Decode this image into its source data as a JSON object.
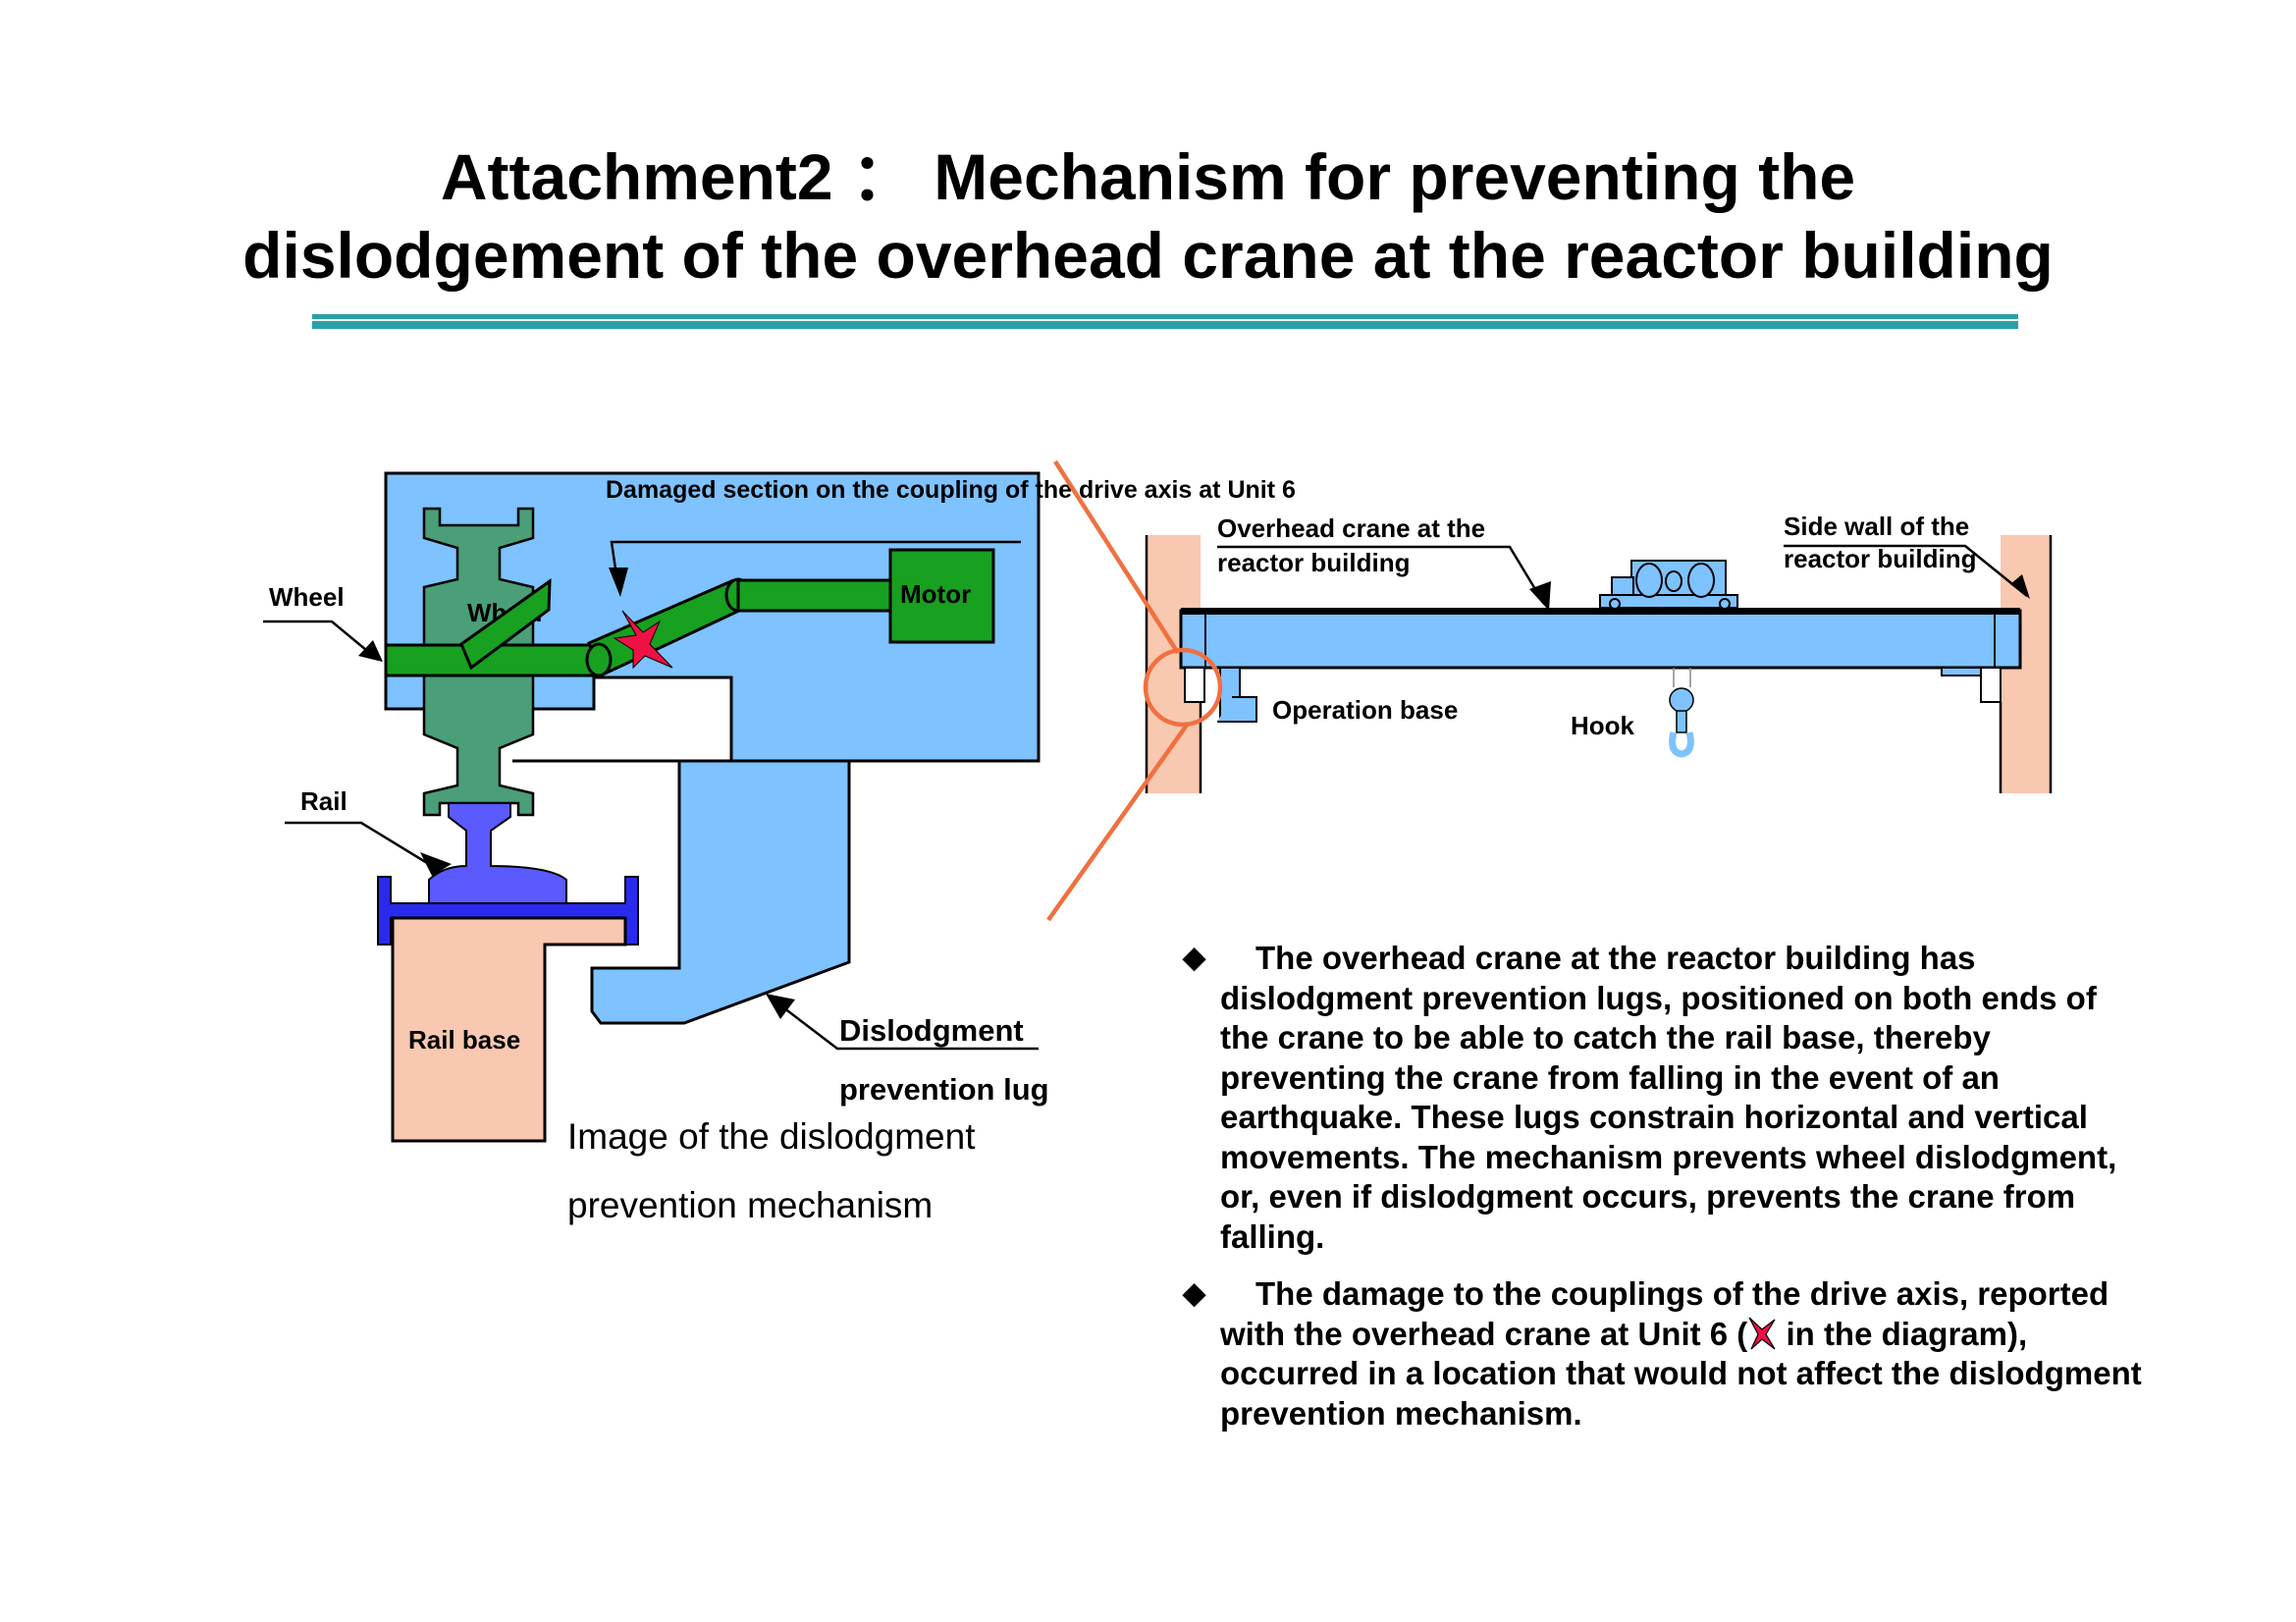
{
  "title": {
    "line1": "Attachment2 ： Mechanism for preventing the",
    "line2": "dislodgement of the overhead crane at the reactor building"
  },
  "colors": {
    "rule": "#2aa0a8",
    "frame_blue": "#7ec2ff",
    "wheel_green": "#4a9e78",
    "shaft_green": "#18a020",
    "rail_blue": "#5a5aff",
    "rail_base_peach": "#f8c8b0",
    "damage_red": "#ee1144",
    "callout_orange": "#f07040"
  },
  "left_diagram": {
    "damaged_label": "Damaged section on the coupling of the drive axis at Unit 6",
    "wheel_outer_label": "Wheel",
    "wheel_inner_label": "Wheel",
    "motor_label": "Motor",
    "rail_label": "Rail",
    "rail_base_label": "Rail base",
    "lug_label_line1": "Dislodgment",
    "lug_label_line2": "prevention lug",
    "caption_line1": "Image of the dislodgment",
    "caption_line2": "prevention mechanism"
  },
  "right_diagram": {
    "crane_label_line1": "Overhead crane at the",
    "crane_label_line2": "reactor building",
    "wall_label_line1": "Side wall of the",
    "wall_label_line2": "reactor building",
    "operation_base_label": "Operation base",
    "hook_label": "Hook"
  },
  "bullets": [
    {
      "first": "The overhead crane at the reactor building has",
      "rest": "dislodgment prevention lugs, positioned on both ends of the crane to be able to catch the rail base, thereby preventing the crane from falling in the event of an earthquake.  These lugs constrain horizontal and vertical movements.  The mechanism prevents wheel dislodgment, or, even if dislodgment occurs, prevents the crane from falling."
    },
    {
      "first": "The damage to the couplings of the drive axis, reported",
      "rest_before": "with the overhead crane at Unit 6 (",
      "rest_after": "in the diagram), occurred in a location that would not affect the dislodgment prevention mechanism."
    }
  ],
  "icons": {
    "bullet": "◆",
    "damage_marker": "red-star-x-icon"
  }
}
